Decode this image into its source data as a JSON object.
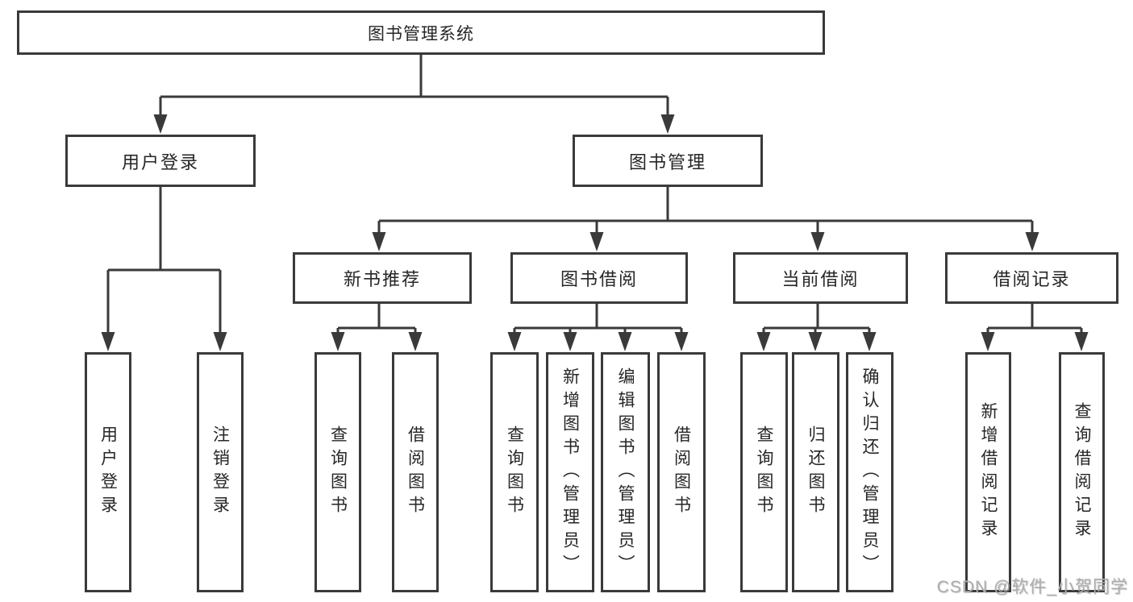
{
  "diagram": {
    "type": "hierarchy-tree",
    "root": {
      "label": "图书管理系统",
      "children": [
        {
          "label": "用户登录",
          "children": [
            {
              "label": "用户登录"
            },
            {
              "label": "注销登录"
            }
          ]
        },
        {
          "label": "图书管理",
          "children": [
            {
              "label": "新书推荐",
              "children": [
                {
                  "label": "查询图书"
                },
                {
                  "label": "借阅图书"
                }
              ]
            },
            {
              "label": "图书借阅",
              "children": [
                {
                  "label": "查询图书"
                },
                {
                  "label": "新增图书（管理员）"
                },
                {
                  "label": "编辑图书（管理员）"
                },
                {
                  "label": "借阅图书"
                }
              ]
            },
            {
              "label": "当前借阅",
              "children": [
                {
                  "label": "查询图书"
                },
                {
                  "label": "归还图书"
                },
                {
                  "label": "确认归还（管理员）"
                }
              ]
            },
            {
              "label": "借阅记录",
              "children": [
                {
                  "label": "新增借阅记录"
                },
                {
                  "label": "查询借阅记录"
                }
              ]
            }
          ]
        }
      ]
    }
  },
  "watermark": "CSDN @软件_小贺同学",
  "colors": {
    "line": "#3a3a3a",
    "box_border": "#3a3a3a",
    "box_fill": "#ffffff",
    "text": "#262626",
    "background": "#ffffff",
    "watermark": "#aeaeae"
  }
}
